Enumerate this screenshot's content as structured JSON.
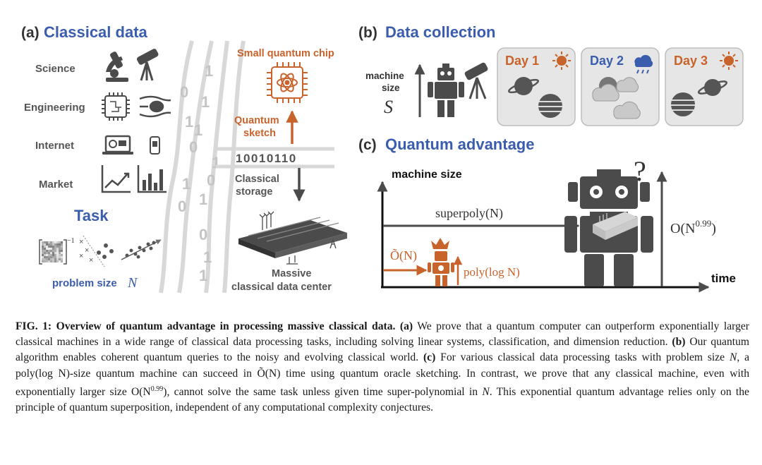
{
  "panel_a": {
    "letter": "(a)",
    "title": "Classical data",
    "categories": [
      "Science",
      "Engineering",
      "Internet",
      "Market"
    ],
    "task_title": "Task",
    "inverse_exp": "−1",
    "problem_size_label": "problem size",
    "problem_size_var": "N"
  },
  "stream": {
    "left_digits": [
      "0",
      "1",
      "0",
      "1",
      "0"
    ],
    "right_digits": [
      "1",
      "1",
      "1",
      "1",
      "0",
      "1",
      "0",
      "1",
      "1"
    ]
  },
  "chip": {
    "small_chip_label": "Small quantum chip",
    "quantum_sketch_line1": "Quantum",
    "quantum_sketch_line2": "sketch",
    "bits": "10010110",
    "storage_line1": "Classical",
    "storage_line2": "storage",
    "center_line1": "Massive",
    "center_line2": "classical data center"
  },
  "panel_b": {
    "letter": "(b)",
    "title": "Data collection",
    "machine_size_line1": "machine",
    "machine_size_line2": "size",
    "machine_size_var": "S",
    "days": [
      "Day 1",
      "Day 2",
      "Day 3"
    ]
  },
  "panel_c": {
    "letter": "(c)",
    "title": "Quantum advantage",
    "y_axis_label": "machine size",
    "x_axis_label": "time",
    "superpoly_label": "superpoly(N)",
    "o_tilde_label": "Õ(N)",
    "poly_log_label": "poly(log N)",
    "o_big_label": "O(N",
    "o_big_exp": "0.99",
    "o_big_close": ")",
    "question_mark": "?"
  },
  "caption": {
    "fig_label": "FIG. 1:",
    "title": "Overview of quantum advantage in processing massive classical data.",
    "a_tag": "(a)",
    "a_text": "We prove that a quantum computer can outperform exponentially larger classical machines in a wide range of classical data processing tasks, including solving linear systems, classification, and dimension reduction.",
    "b_tag": "(b)",
    "b_text": "Our quantum algorithm enables coherent quantum queries to the noisy and evolving classical world.",
    "c_tag": "(c)",
    "c_text_1": "For various classical data processing tasks with problem size",
    "c_var_n": "N",
    "c_text_2": ", a",
    "c_polylog": "poly(log N)",
    "c_text_3": "-size quantum machine can succeed in",
    "c_otilde": "Õ(N)",
    "c_text_4": "time using quantum oracle sketching. In contrast, we prove that any classical machine, even with exponentially larger size",
    "c_obig": "O(N",
    "c_obig_exp": "0.99",
    "c_obig_close": ")",
    "c_text_5": ", cannot solve the same task unless given time super-polynomial in",
    "c_var_n2": "N",
    "c_text_6": ". This exponential quantum advantage relies only on the principle of quantum superposition, independent of any computational complexity conjectures."
  },
  "colors": {
    "blue": "#3a5dae",
    "orange": "#c8632b",
    "dark": "#4b4b4b",
    "gray": "#707070",
    "light": "#e5e5e5",
    "stream": "#d8d8d8"
  }
}
